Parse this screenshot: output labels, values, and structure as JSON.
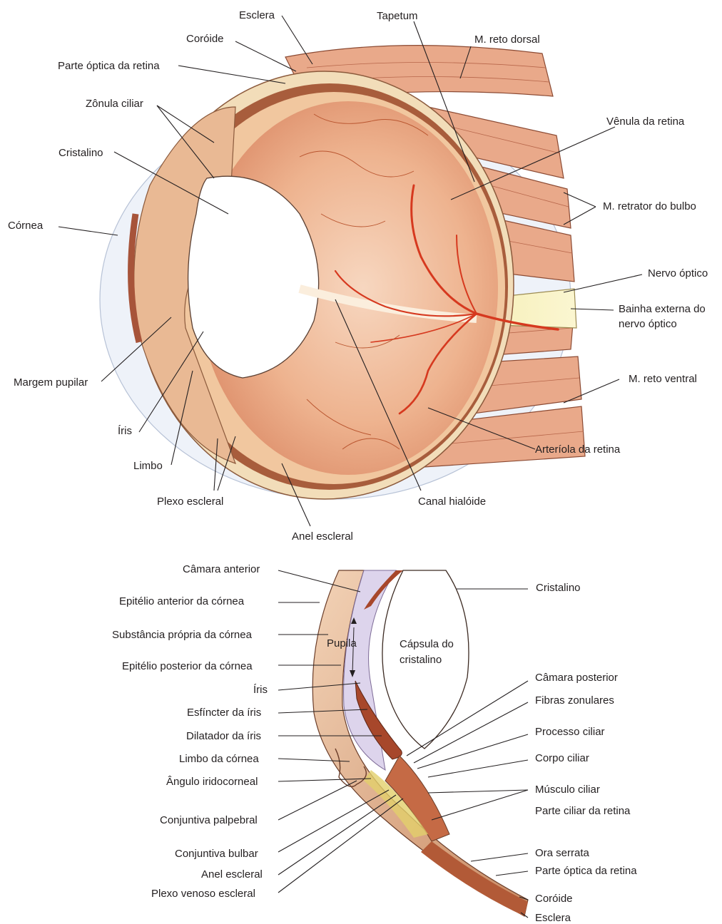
{
  "top_labels": {
    "esclera": "Esclera",
    "tapetum": "Tapetum",
    "coroide": "Coróide",
    "m_reto_dorsal": "M. reto dorsal",
    "parte_optica_retina": "Parte óptica da retina",
    "zonula_ciliar": "Zônula ciliar",
    "venula_retina": "Vênula da retina",
    "cristalino": "Cristalino",
    "m_retrator_bulbo": "M. retrator do bulbo",
    "cornea": "Córnea",
    "nervo_optico": "Nervo óptico",
    "bainha_externa_1": "Bainha externa do",
    "bainha_externa_2": "nervo óptico",
    "margem_pupilar": "Margem pupilar",
    "m_reto_ventral": "M. reto ventral",
    "iris": "Íris",
    "arteriola_retina": "Arteríola da retina",
    "limbo": "Limbo",
    "plexo_escleral": "Plexo escleral",
    "canal_hialoide": "Canal hialóide",
    "anel_escleral": "Anel escleral"
  },
  "bottom_labels": {
    "camara_anterior": "Câmara anterior",
    "epitelio_anterior": "Epitélio anterior da córnea",
    "substancia_propria": "Substância própria da córnea",
    "epitelio_posterior": "Epitélio posterior da córnea",
    "iris": "Íris",
    "esfincter_iris": "Esfíncter da íris",
    "dilatador_iris": "Dilatador da íris",
    "limbo_cornea": "Limbo da córnea",
    "angulo_iridocorneal": "Ângulo iridocorneal",
    "conjuntiva_palpebral": "Conjuntiva palpebral",
    "conjuntiva_bulbar": "Conjuntiva bulbar",
    "anel_escleral": "Anel escleral",
    "plexo_venoso_escleral": "Plexo venoso escleral",
    "pupila": "Pupila",
    "capsula_1": "Cápsula do",
    "capsula_2": "cristalino",
    "cristalino": "Cristalino",
    "camara_posterior": "Câmara posterior",
    "fibras_zonulares": "Fibras zonulares",
    "processo_ciliar": "Processo ciliar",
    "corpo_ciliar": "Corpo ciliar",
    "musculo_ciliar": "Músculo ciliar",
    "parte_ciliar_retina": "Parte ciliar da retina",
    "ora_serrata": "Ora serrata",
    "parte_optica_retina": "Parte óptica da retina",
    "coroide": "Coróide",
    "esclera": "Esclera"
  }
}
